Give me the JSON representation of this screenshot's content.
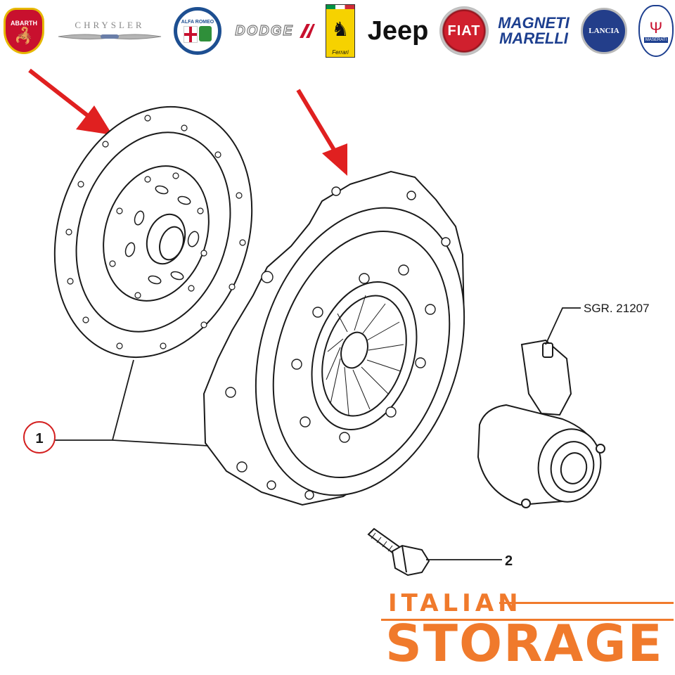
{
  "brands": {
    "abarth": "ABARTH",
    "chrysler": "CHRYSLER",
    "alfa_romeo": "ALFA ROMEO",
    "dodge": "DODGE",
    "ferrari": "Ferrari",
    "jeep": "Jeep",
    "fiat": "FIAT",
    "magneti_marelli_line1": "MAGNETI",
    "magneti_marelli_line2": "MARELLI",
    "lancia": "LANCIA",
    "maserati": "MASERATI"
  },
  "callouts": {
    "kit_number": "1",
    "bolt_number": "2",
    "bearing_ref": "SGR. 21207"
  },
  "footer": {
    "line1": "ITALIAN",
    "line2": "STORAGE"
  },
  "colors": {
    "arrow": "#e02020",
    "callout_circle": "#d42020",
    "footer_orange": "#f07a2c",
    "line_art": "#1a1a1a"
  }
}
